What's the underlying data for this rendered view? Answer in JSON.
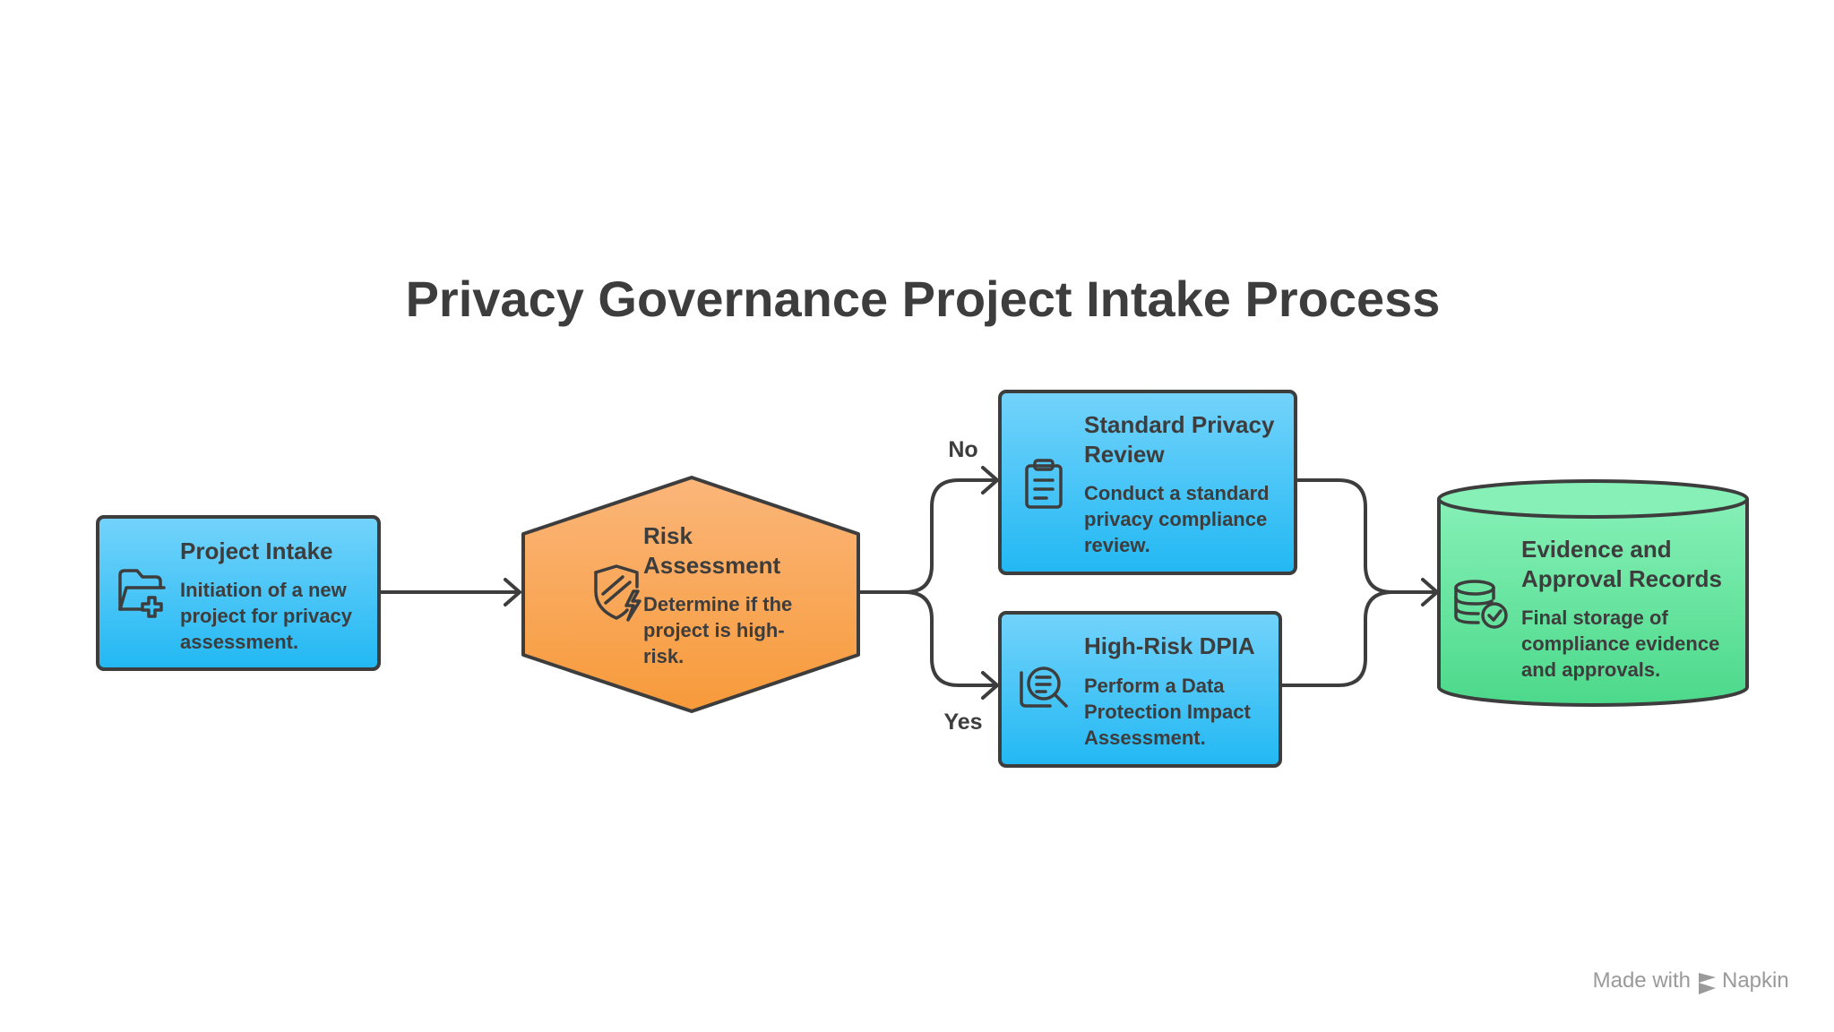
{
  "title": "Privacy Governance Project Intake Process",
  "nodes": {
    "intake": {
      "title": "Project Intake",
      "desc": [
        "Initiation of a new",
        "project for privacy",
        "assessment."
      ],
      "icon": "folder-plus-icon"
    },
    "risk": {
      "title": [
        "Risk",
        "Assessment"
      ],
      "desc": [
        "Determine if the",
        "project is high-",
        "risk."
      ],
      "icon": "shield-bolt-icon"
    },
    "standard": {
      "title": [
        "Standard Privacy",
        "Review"
      ],
      "desc": [
        "Conduct a standard",
        "privacy compliance",
        "review."
      ],
      "icon": "clipboard-icon"
    },
    "dpia": {
      "title": "High-Risk DPIA",
      "desc": [
        "Perform a Data",
        "Protection Impact",
        "Assessment."
      ],
      "icon": "document-search-icon"
    },
    "records": {
      "title": [
        "Evidence and",
        "Approval Records"
      ],
      "desc": [
        "Final storage of",
        "compliance evidence",
        "and approvals."
      ],
      "icon": "database-check-icon"
    }
  },
  "branches": {
    "no": "No",
    "yes": "Yes"
  },
  "watermark": {
    "prefix": "Made with",
    "brand": "Napkin"
  },
  "colors": {
    "blue_top": "#73d3fb",
    "blue_bottom": "#22b8f3",
    "orange_top": "#fbb67a",
    "orange_bottom": "#f79a3a",
    "green_top": "#86f0b6",
    "green_bottom": "#4cd98b",
    "stroke": "#3d3d3d"
  }
}
